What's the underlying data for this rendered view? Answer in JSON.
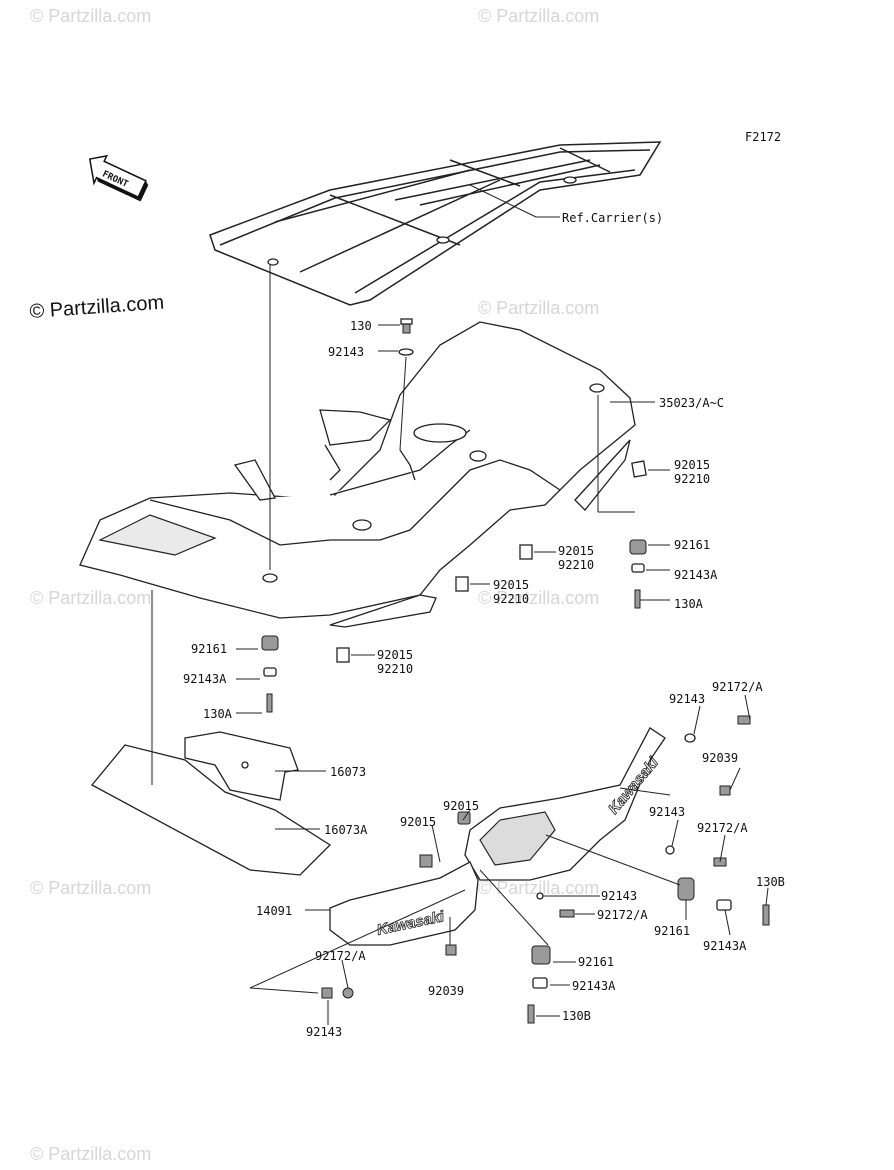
{
  "figure_code": "F2172",
  "front_arrow_label": "FRONT",
  "copyright": "© Partzilla.com",
  "watermarks": [
    "© Partzilla.com",
    "© Partzilla.com",
    "© Partzilla.com",
    "© Partzilla.com",
    "© Partzilla.com",
    "© Partzilla.com",
    "© Partzilla.com",
    "© Partzilla.com"
  ],
  "brand_text": [
    "Kawasaki",
    "Kawasaki"
  ],
  "callouts": {
    "ref_carrier": "Ref.Carrier(s)",
    "p130_top": "130",
    "p92143_top": "92143",
    "p35023": "35023/A~C",
    "p92015_a": "92015",
    "p92210_a": "92210",
    "p92161_a": "92161",
    "p92015_b": "92015",
    "p92210_b": "92210",
    "p92143A_a": "92143A",
    "p92015_c": "92015",
    "p92210_c": "92210",
    "p130A_a": "130A",
    "p92161_b": "92161",
    "p92015_d": "92015",
    "p92210_d": "92210",
    "p92143A_b": "92143A",
    "p130A_b": "130A",
    "p16073": "16073",
    "p16073A": "16073A",
    "p92143_r1": "92143",
    "p92172A_r1": "92172/A",
    "p92039_r": "92039",
    "p92015_e": "92015",
    "p92143_r2": "92143",
    "p92172A_r2": "92172/A",
    "p92015_f": "92015",
    "p130B_a": "130B",
    "p14091": "14091",
    "p92143_r3": "92143",
    "p92172A_r3": "92172/A",
    "p92161_c": "92161",
    "p92143A_c": "92143A",
    "p92172A_l": "92172/A",
    "p92039_l": "92039",
    "p92161_d": "92161",
    "p92143A_d": "92143A",
    "p130B_b": "130B",
    "p92143_l": "92143"
  }
}
